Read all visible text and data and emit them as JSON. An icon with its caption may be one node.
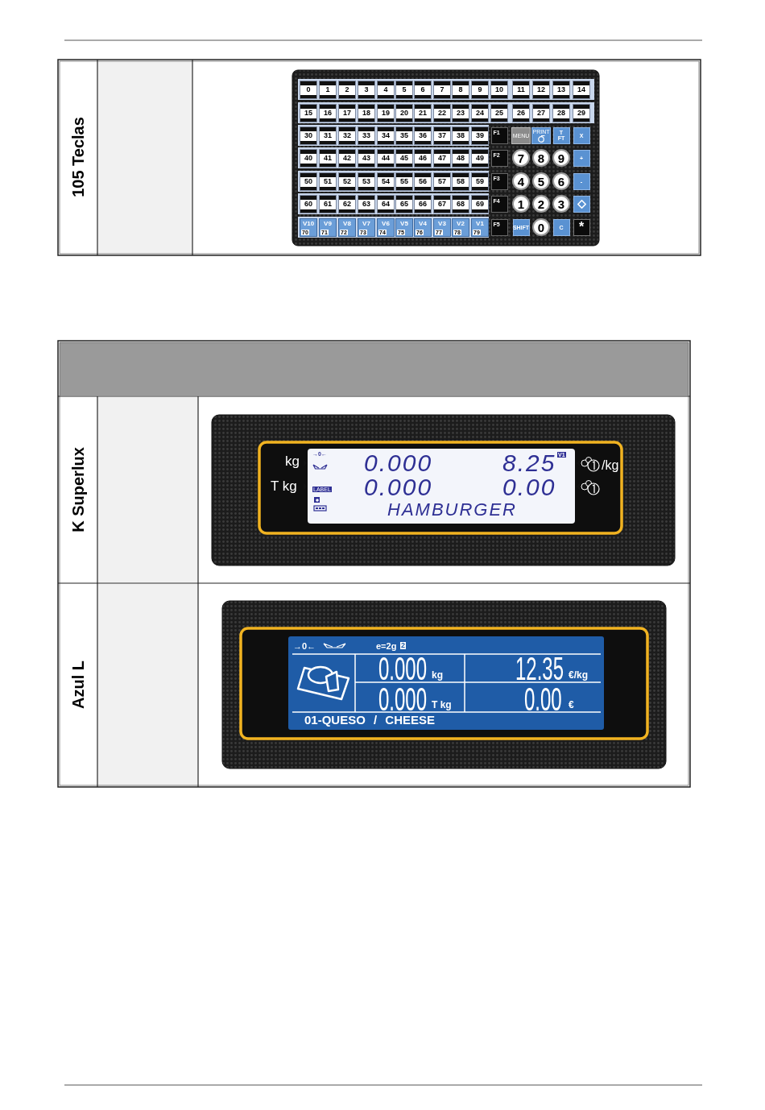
{
  "diagram": {
    "nodes": [
      {
        "text": [
          "0"
        ]
      },
      {
        "text": [
          "1"
        ]
      },
      {
        "text": [
          "2"
        ]
      },
      {
        "text": [
          "3"
        ]
      },
      {
        "text": [
          "4"
        ]
      },
      {
        "text": [
          "5"
        ]
      },
      {
        "text": [
          "6"
        ]
      },
      {
        "text": [
          "7"
        ]
      },
      {
        "text": [
          "8"
        ]
      },
      {
        "text": [
          "9"
        ]
      },
      {
        "text": [
          "10"
        ]
      },
      {
        "text": [
          "11"
        ]
      },
      {
        "text": [
          "12"
        ]
      },
      {
        "text": [
          "13"
        ]
      },
      {
        "text": [
          "14"
        ]
      },
      {
        "text": [
          "15"
        ]
      },
      {
        "text": [
          "16"
        ]
      },
      {
        "text": [
          "17"
        ]
      },
      {
        "text": [
          "18"
        ]
      },
      {
        "text": [
          "19"
        ]
      },
      {
        "text": [
          "20"
        ]
      },
      {
        "text": [
          "21"
        ]
      },
      {
        "text": [
          "22"
        ]
      },
      {
        "text": [
          "23"
        ]
      },
      {
        "text": [
          "24"
        ]
      },
      {
        "text": [
          "25"
        ]
      },
      {
        "text": [
          "26"
        ]
      },
      {
        "text": [
          "27"
        ]
      },
      {
        "text": [
          "28"
        ]
      },
      {
        "text": [
          "29"
        ]
      },
      {
        "text": [
          "30"
        ]
      },
      {
        "text": [
          "31"
        ]
      },
      {
        "text": [
          "32"
        ]
      },
      {
        "text": [
          "33"
        ]
      },
      {
        "text": [
          "34"
        ]
      },
      {
        "text": [
          "35"
        ]
      },
      {
        "text": [
          "36"
        ]
      },
      {
        "text": [
          "37"
        ]
      },
      {
        "text": [
          "38"
        ]
      },
      {
        "text": [
          "39"
        ]
      },
      {
        "text": [
          "F1"
        ]
      },
      {
        "text": [
          "MENU"
        ]
      },
      {
        "text": [
          "PRINT"
        ]
      },
      {
        "text": [
          "T",
          "FT"
        ]
      },
      {
        "text": [
          "X"
        ]
      },
      {
        "text": [
          "40"
        ]
      },
      {
        "text": [
          "41"
        ]
      },
      {
        "text": [
          "42"
        ]
      },
      {
        "text": [
          "43"
        ]
      },
      {
        "text": [
          "44"
        ]
      },
      {
        "text": [
          "45"
        ]
      },
      {
        "text": [
          "46"
        ]
      },
      {
        "text": [
          "47"
        ]
      },
      {
        "text": [
          "48"
        ]
      },
      {
        "text": [
          "49"
        ]
      },
      {
        "text": [
          "F2"
        ]
      },
      {
        "text": [
          "7"
        ]
      },
      {
        "text": [
          "8"
        ]
      },
      {
        "text": [
          "9"
        ]
      },
      {
        "text": [
          "+"
        ]
      },
      {
        "text": [
          "50"
        ]
      },
      {
        "text": [
          "51"
        ]
      },
      {
        "text": [
          "52"
        ]
      },
      {
        "text": [
          "53"
        ]
      },
      {
        "text": [
          "54"
        ]
      },
      {
        "text": [
          "55"
        ]
      },
      {
        "text": [
          "56"
        ]
      },
      {
        "text": [
          "57"
        ]
      },
      {
        "text": [
          "58"
        ]
      },
      {
        "text": [
          "59"
        ]
      },
      {
        "text": [
          "F3"
        ]
      },
      {
        "text": [
          "4"
        ]
      },
      {
        "text": [
          "5"
        ]
      },
      {
        "text": [
          "6"
        ]
      },
      {
        "text": [
          "-"
        ]
      },
      {
        "text": [
          "60"
        ]
      },
      {
        "text": [
          "61"
        ]
      },
      {
        "text": [
          "62"
        ]
      },
      {
        "text": [
          "63"
        ]
      },
      {
        "text": [
          "64"
        ]
      },
      {
        "text": [
          "65"
        ]
      },
      {
        "text": [
          "66"
        ]
      },
      {
        "text": [
          "67"
        ]
      },
      {
        "text": [
          "68"
        ]
      },
      {
        "text": [
          "69"
        ]
      },
      {
        "text": [
          "F4"
        ]
      },
      {
        "text": [
          "1"
        ]
      },
      {
        "text": [
          "2"
        ]
      },
      {
        "text": [
          "3"
        ]
      },
      {
        "text": [],
        "shape": "box"
      },
      {
        "text": [
          "V10",
          "70"
        ]
      },
      {
        "text": [
          "V9",
          "71"
        ]
      },
      {
        "text": [
          "V8",
          "72"
        ]
      },
      {
        "text": [
          "V7",
          "73"
        ]
      },
      {
        "text": [
          "V6",
          "74"
        ]
      },
      {
        "text": [
          "V5",
          "75"
        ]
      },
      {
        "text": [
          "V4",
          "76"
        ]
      },
      {
        "text": [
          "V3",
          "77"
        ]
      },
      {
        "text": [
          "V2",
          "78"
        ]
      },
      {
        "text": [
          "V1",
          "79"
        ]
      },
      {
        "text": [
          "F5"
        ]
      },
      {
        "text": [
          "SHIFT"
        ]
      },
      {
        "text": [
          "0"
        ]
      },
      {
        "text": [
          "C"
        ]
      },
      {
        "text": [
          "*"
        ]
      }
    ],
    "labels": [
      "105 Teclas",
      "K Superlux",
      "→0←",
      "0.000",
      "8.25",
      "V1",
      "kg",
      "/kg",
      "T kg",
      "LABEL",
      "0.000",
      "0.00",
      "HAMBURGER",
      "Azul L",
      "→0←",
      "e=2g",
      "2",
      "0.000",
      "kg",
      "12.35",
      "€/kg",
      "0.000",
      "T kg",
      "0.00",
      "€",
      "01-QUESO / CHEESE"
    ]
  }
}
